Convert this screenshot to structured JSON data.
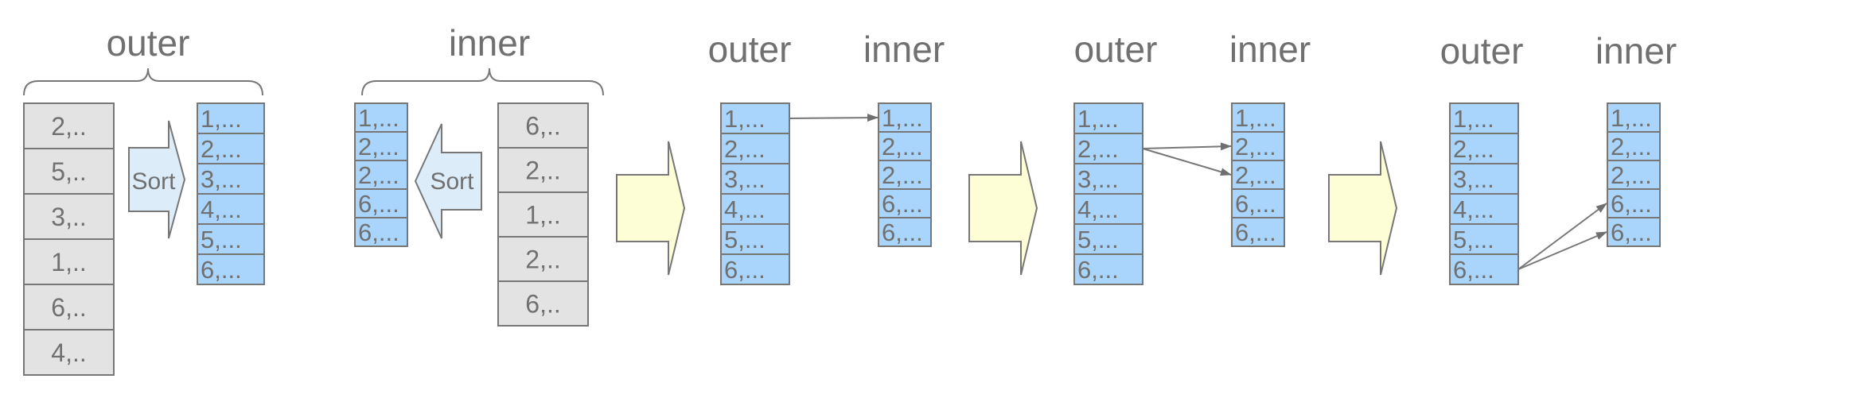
{
  "titles": {
    "step1_outer": "outer",
    "step1_inner": "inner",
    "step2_outer": "outer",
    "step2_inner": "inner",
    "step3_outer": "outer",
    "step3_inner": "inner",
    "step4_outer": "outer",
    "step4_inner": "inner"
  },
  "sort_label": "Sort",
  "unsorted_outer": [
    "2,..",
    "5,..",
    "3,..",
    "1,..",
    "6,..",
    "4,.."
  ],
  "sorted_outer": [
    "1,...",
    "2,...",
    "3,...",
    "4,...",
    "5,...",
    "6,..."
  ],
  "sorted_inner": [
    "1,...",
    "2,...",
    "2,...",
    "6,...",
    "6,..."
  ],
  "unsorted_inner": [
    "6,..",
    "2,..",
    "1,..",
    "2,..",
    "6,.."
  ],
  "colors": {
    "gray_cell": "#e3e3e3",
    "blue_cell": "#a9d4fb",
    "sort_arrow": "#dcecf8",
    "step_arrow": "#fdfdd6",
    "text": "#707070",
    "stroke": "#777777"
  },
  "connections": [
    {
      "step": 1,
      "from_outer": 0,
      "to_inner": [
        0
      ]
    },
    {
      "step": 2,
      "from_outer": 1,
      "to_inner": [
        1,
        2
      ]
    },
    {
      "step": 3,
      "from_outer": 5,
      "to_inner": [
        3,
        4
      ]
    }
  ]
}
